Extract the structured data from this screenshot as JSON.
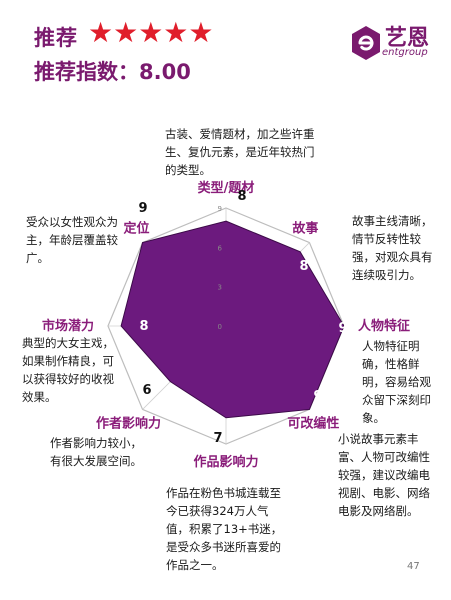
{
  "header": {
    "title": "推荐",
    "stars": "★★★★★",
    "score_line": "推荐指数：8.00"
  },
  "logo": {
    "text": "艺恩",
    "sub": "entgroup",
    "color": "#7a1a6e"
  },
  "chart_data": {
    "type": "radar",
    "categories": [
      "类型/题材",
      "故事",
      "人物特征",
      "可改编性",
      "作品影响力",
      "作者影响力",
      "市场潜力",
      "定位"
    ],
    "values": [
      8,
      8,
      9,
      9,
      7,
      6,
      8,
      9
    ],
    "rmax": 9,
    "rticks": [
      "0",
      "3",
      "6",
      "9"
    ],
    "fill_color": "#6c1a7e",
    "label_color": "#8a1d7a"
  },
  "descriptions": [
    "古装、爱情题材，加之些许重生、复仇元素，是近年较热门的类型。",
    "受众以女性观众为主，年龄层覆盖较广。",
    "故事主线清晰，情节反转性较强，对观众具有连续吸引力。",
    "典型的大女主戏，如果制作精良，可以获得较好的收视效果。",
    "人物特征明确，性格鲜明，容易给观众留下深刻印象。",
    "作者影响力较小，有很大发展空间。",
    "小说故事元素丰富、人物可改编性较强，建议改编电视剧、电影、网络电影及网络剧。",
    "作品在粉色书城连载至今已获得324万人气值，积累了13+书迷，是受众多书迷所喜爱的作品之一。"
  ],
  "page_number": "47"
}
